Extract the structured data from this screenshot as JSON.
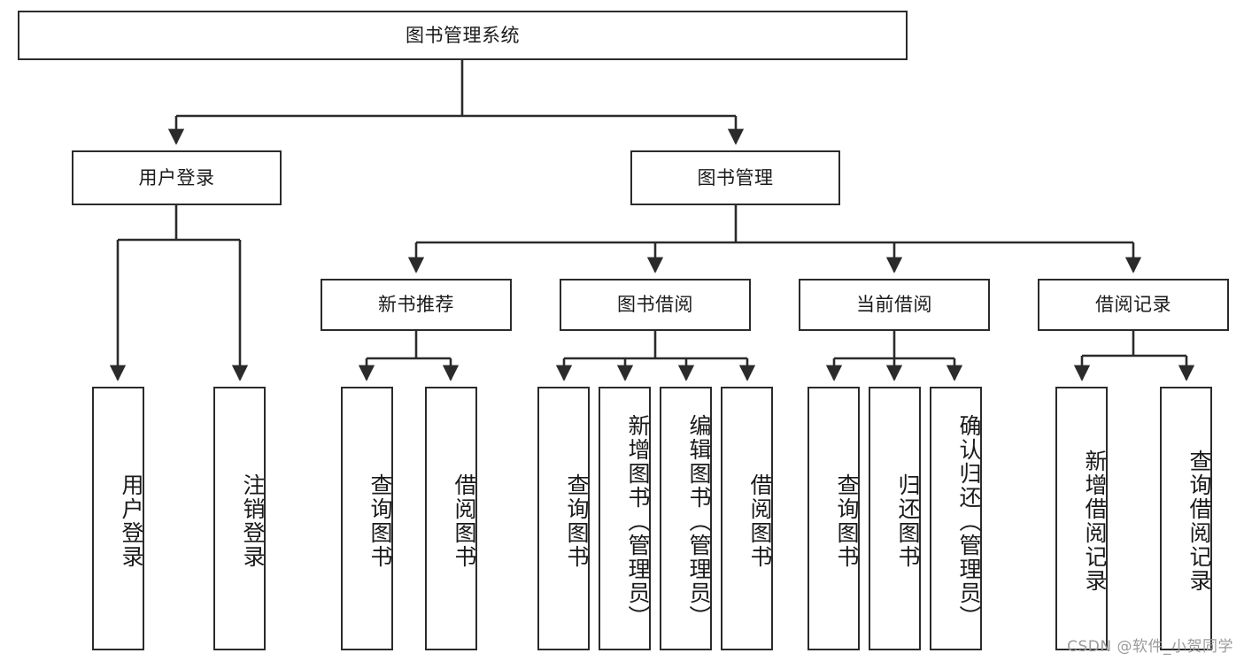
{
  "diagram": {
    "title": "图书管理系统",
    "type": "tree-hierarchy",
    "stroke_color": "#2b2b2b",
    "background_color": "#ffffff",
    "text_color": "#1a1a1a"
  },
  "nodes": {
    "root": {
      "label": "图书管理系统"
    },
    "level2": [
      {
        "label": "用户登录"
      },
      {
        "label": "图书管理"
      }
    ],
    "level3": [
      {
        "label": "新书推荐"
      },
      {
        "label": "图书借阅"
      },
      {
        "label": "当前借阅"
      },
      {
        "label": "借阅记录"
      }
    ],
    "leaves": {
      "user_login": [
        {
          "label": "用户登录"
        },
        {
          "label": "注销登录"
        }
      ],
      "new_book_recommend": [
        {
          "label": "查询图书"
        },
        {
          "label": "借阅图书"
        }
      ],
      "book_borrow": [
        {
          "label": "查询图书"
        },
        {
          "label": "新增图书（管理员）"
        },
        {
          "label": "编辑图书（管理员）"
        },
        {
          "label": "借阅图书"
        }
      ],
      "current_borrow": [
        {
          "label": "查询图书"
        },
        {
          "label": "归还图书"
        },
        {
          "label": "确认归还（管理员）"
        }
      ],
      "borrow_record": [
        {
          "label": "新增借阅记录"
        },
        {
          "label": "查询借阅记录"
        }
      ]
    }
  },
  "watermark": {
    "text": "CSDN @软件_小贺同学"
  }
}
